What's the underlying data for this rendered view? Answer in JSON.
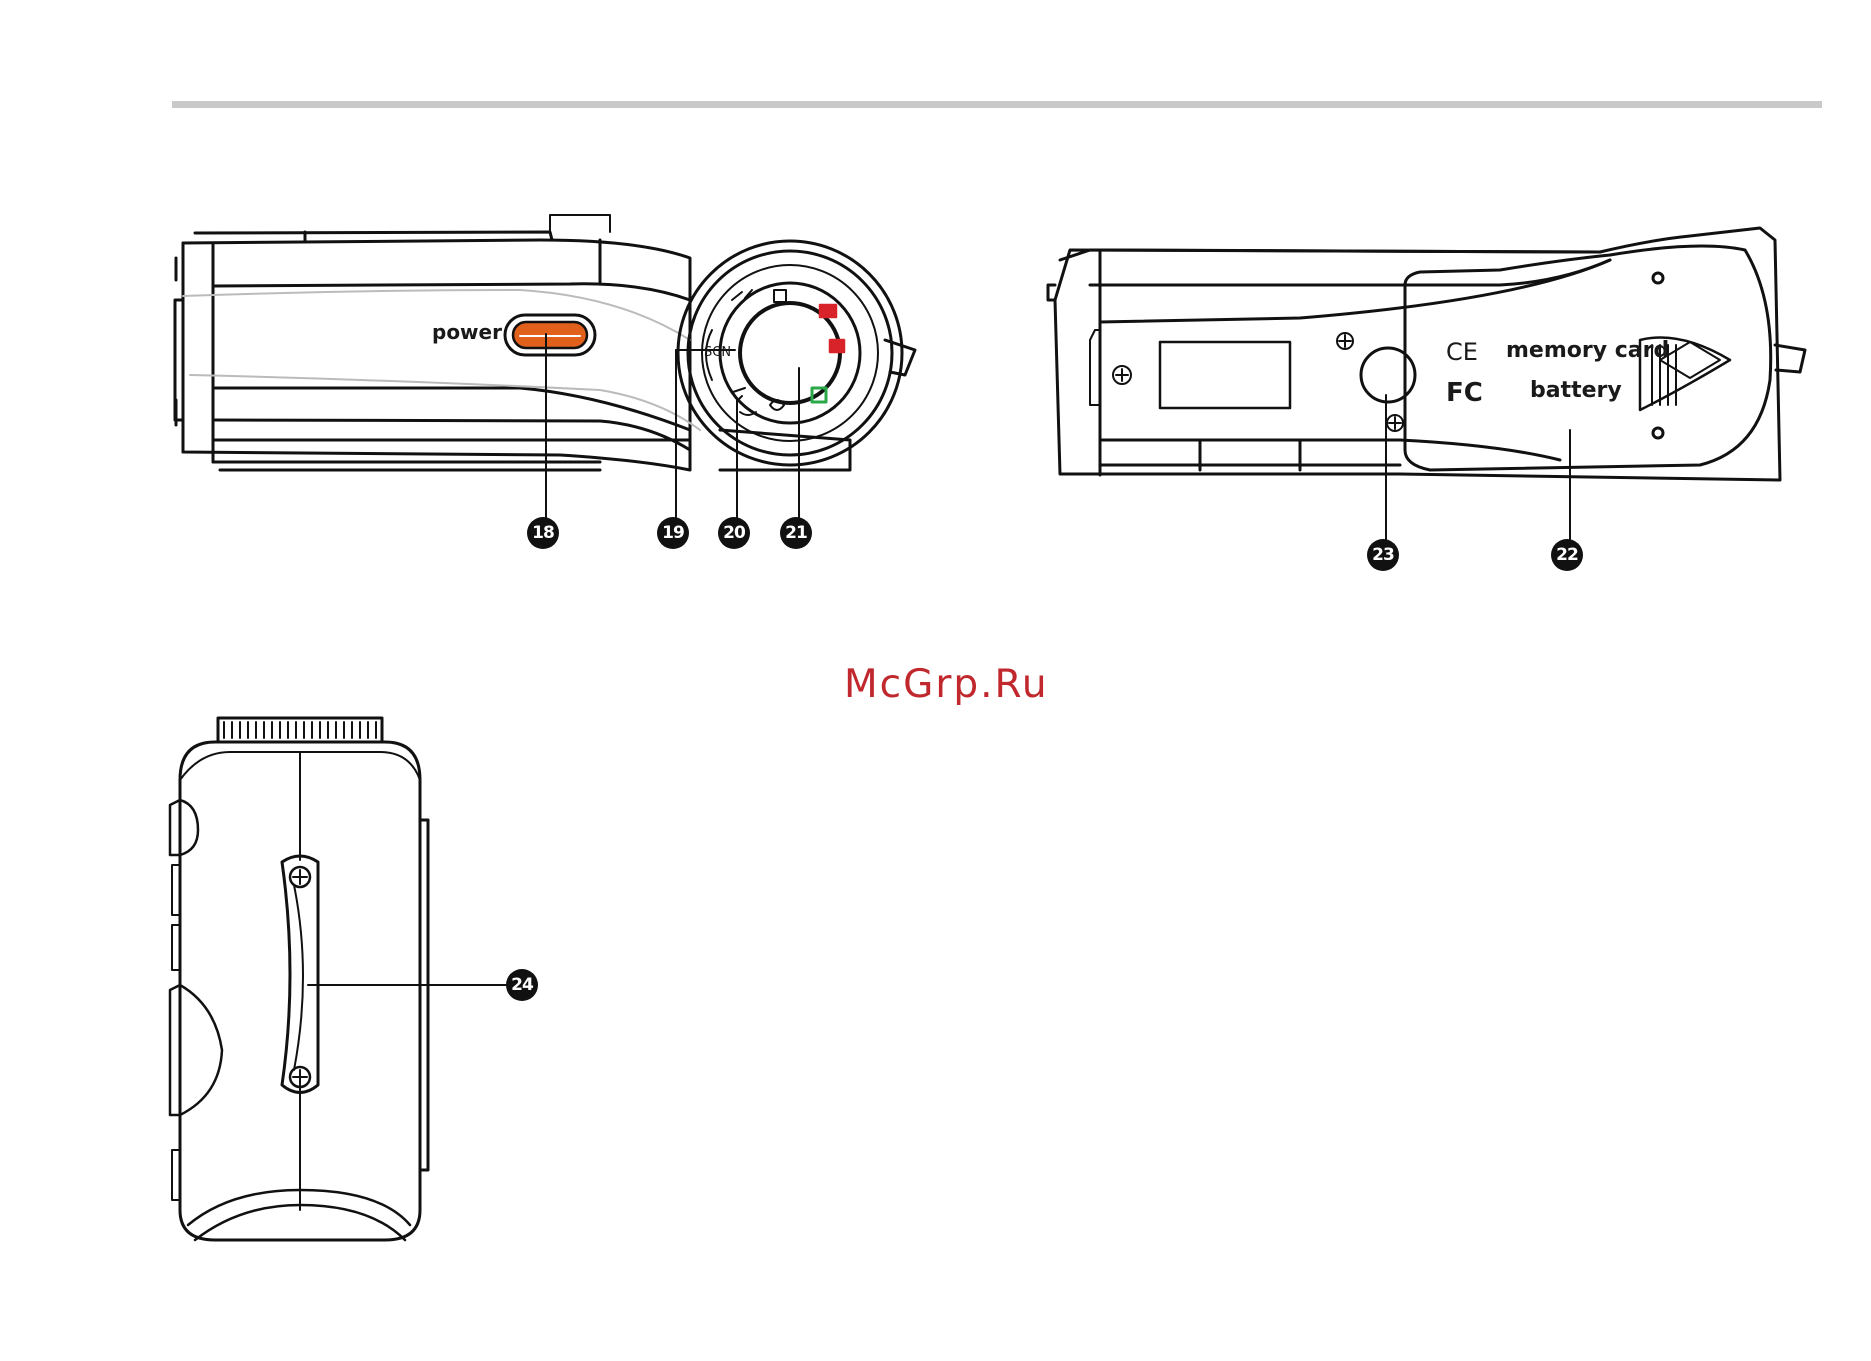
{
  "watermark": "McGrp.Ru",
  "labels": {
    "power": "power",
    "scn": "SCN",
    "memory_card": "memory card",
    "battery": "battery",
    "ce": "CE",
    "fcc": "FC"
  },
  "callouts": {
    "c18": "18",
    "c19": "19",
    "c20": "20",
    "c21": "21",
    "c22": "22",
    "c23": "23",
    "c24": "24"
  },
  "colors": {
    "power_button": "#e0601c",
    "mode_red": "#d8232a",
    "mode_green": "#2aa84a",
    "callout_fill": "#111111",
    "rule": "#c9c9c9"
  }
}
